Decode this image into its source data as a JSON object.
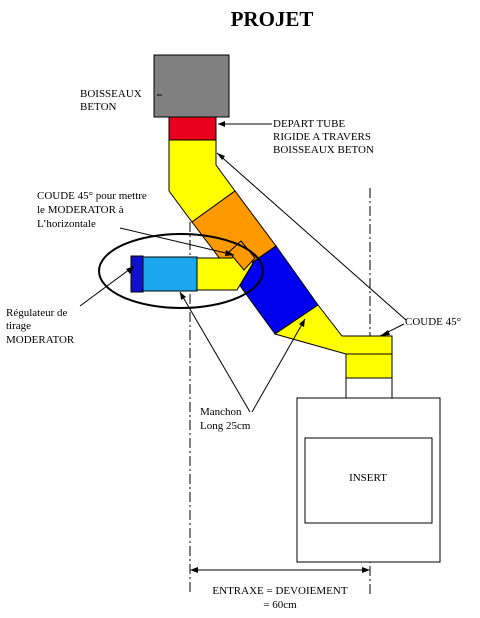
{
  "title": "PROJET",
  "labels": {
    "boisseaux": [
      "BOISSEAUX",
      "BETON"
    ],
    "depart": [
      "DEPART TUBE",
      "RIGIDE A TRAVERS",
      "BOISSEAUX BETON"
    ],
    "coude_moderator": [
      "COUDE 45° pour mettre",
      "le MODERATOR à",
      "L’horizontale"
    ],
    "regulateur": [
      "Régulateur de",
      "tirage",
      "MODERATOR"
    ],
    "manchon": [
      "Manchon",
      "Long 25cm"
    ],
    "coude45": "COUDE 45°",
    "insert": "INSERT",
    "entraxe": [
      "ENTRAXE = DEVOIEMENT",
      "= 60cm"
    ]
  },
  "colors": {
    "boisseaux": "#808080",
    "depart_tube": "#e8001c",
    "coude": "#ffff00",
    "manchon_orange": "#ff9900",
    "manchon_blue": "#0000ee",
    "moderator_tube": "#1aa7ee",
    "moderator_cap": "#1111cc"
  }
}
